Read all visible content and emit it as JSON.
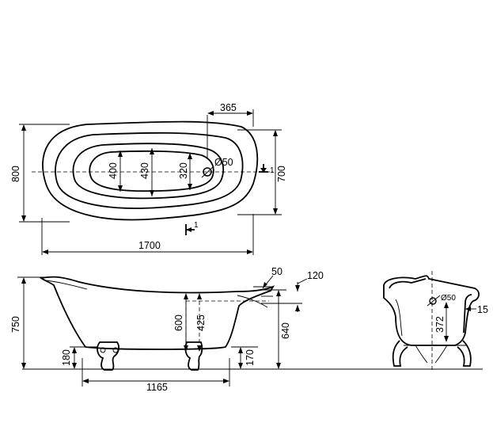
{
  "top_view": {
    "overall_length": "1700",
    "overall_width": "800",
    "inner_width_700": "700",
    "drain_offset": "365",
    "drain_diameter": "Ø50",
    "basin_400": "400",
    "basin_430": "430",
    "basin_320": "320",
    "section_marker_right": "1",
    "section_marker_bottom": "1"
  },
  "side_view": {
    "height_total": "750",
    "rim_50": "50",
    "rim_120": "120",
    "depth_600": "600",
    "depth_425": "425",
    "height_640": "640",
    "leg_180": "180",
    "leg_170": "170",
    "leg_span": "1165"
  },
  "section_view": {
    "drain_diameter": "Ø50",
    "rim_15": "15",
    "height_372": "372"
  }
}
